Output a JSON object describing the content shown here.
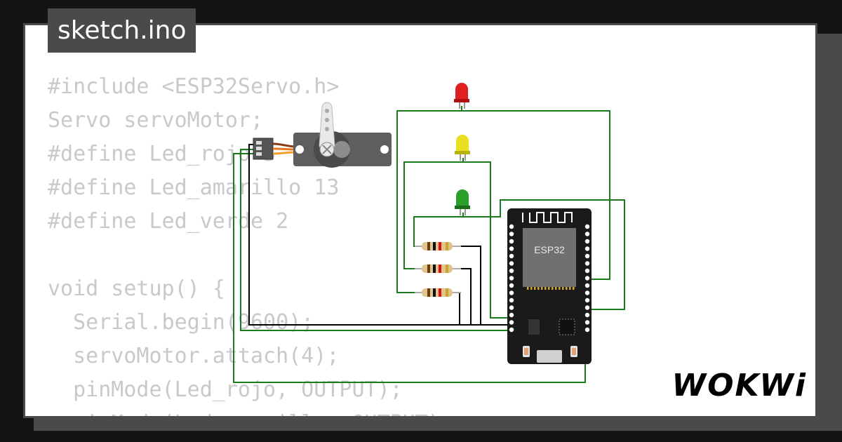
{
  "file_tab": {
    "title": "sketch.ino"
  },
  "code_lines": [
    "#include <ESP32Servo.h>",
    "Servo servoMotor;",
    "#define Led_rojo 5",
    "#define Led_amarillo 13",
    "#define Led_verde 2",
    "",
    "void setup() {",
    "  Serial.begin(9600);",
    "  servoMotor.attach(4);",
    "  pinMode(Led_rojo, OUTPUT);",
    "  pinMode(Led_amarillo, OUTPUT);"
  ],
  "board": {
    "chip_label": "ESP32"
  },
  "logo": {
    "text": "WOKWi"
  },
  "colors": {
    "background": "#141414",
    "frame": "#4a4a4a",
    "code_text": "#c9c9c9",
    "wire_green": "#1b7a1b",
    "wire_black": "#000000",
    "servo_orange": "#e8741c",
    "led_red": "#e02020",
    "led_yellow": "#e8e020",
    "led_green": "#2aa02a",
    "board_black": "#1a1a1a",
    "chip_gray": "#707070"
  }
}
